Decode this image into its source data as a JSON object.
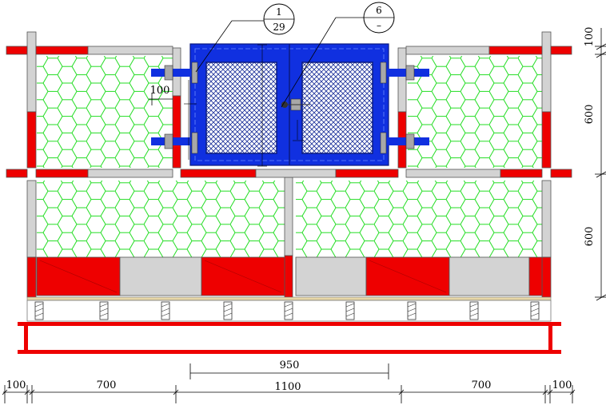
{
  "callouts": [
    {
      "top": "1",
      "bottom": "29"
    },
    {
      "top": "6",
      "bottom": "–"
    }
  ],
  "dimensions": {
    "right_top": "100",
    "right_upper": "600",
    "right_lower": "600",
    "door_width": "950",
    "door_left_note": "100",
    "bottom": [
      "100",
      "700",
      "1100",
      "700",
      "100"
    ]
  },
  "colors": {
    "red": "#ee0000",
    "grey": "#d3d3d3",
    "blue": "#1030e0",
    "mesh": "#22dd22",
    "dark_blue": "#1a2f9a"
  }
}
